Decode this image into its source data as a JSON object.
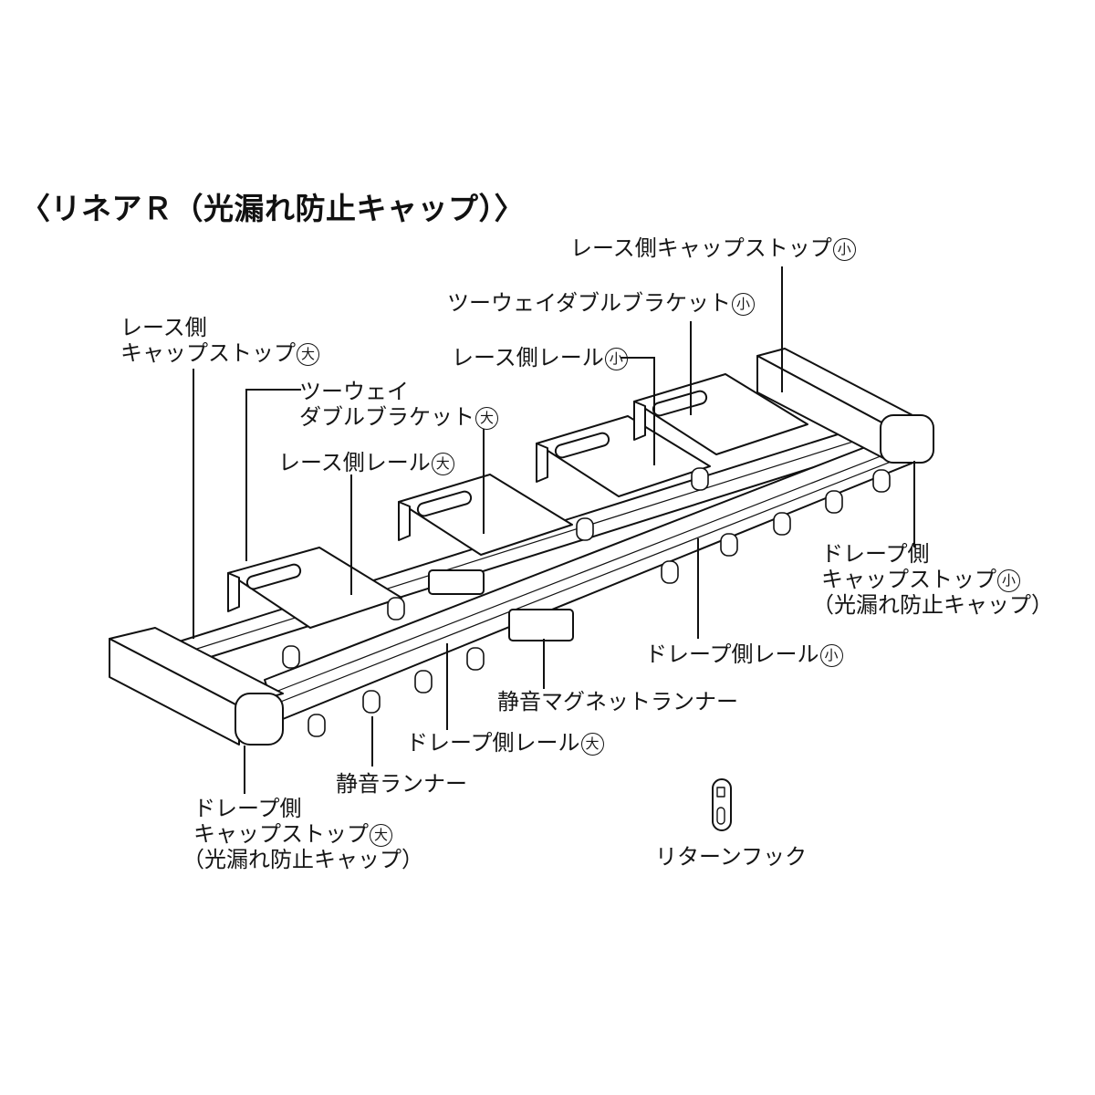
{
  "title": "〈リネアＲ（光漏れ防止キャップ）〉",
  "labels": {
    "lace_cap_stop_small": "レース側キャップストップ",
    "twoway_bracket_small": "ツーウェイダブルブラケット",
    "lace_rail_small": "レース側レール",
    "lace_side": "レース側",
    "cap_stop": "キャップストップ",
    "twoway": "ツーウェイ",
    "double_bracket": "ダブルブラケット",
    "lace_rail_large": "レース側レール",
    "drape_side": "ドレープ側",
    "light_leak_cap": "（光漏れ防止キャップ）",
    "drape_rail_small": "ドレープ側レール",
    "magnet_runner": "静音マグネットランナー",
    "drape_rail_large": "ドレープ側レール",
    "silent_runner": "静音ランナー",
    "return_hook": "リターンフック"
  },
  "marks": {
    "small": "小",
    "large": "大"
  }
}
